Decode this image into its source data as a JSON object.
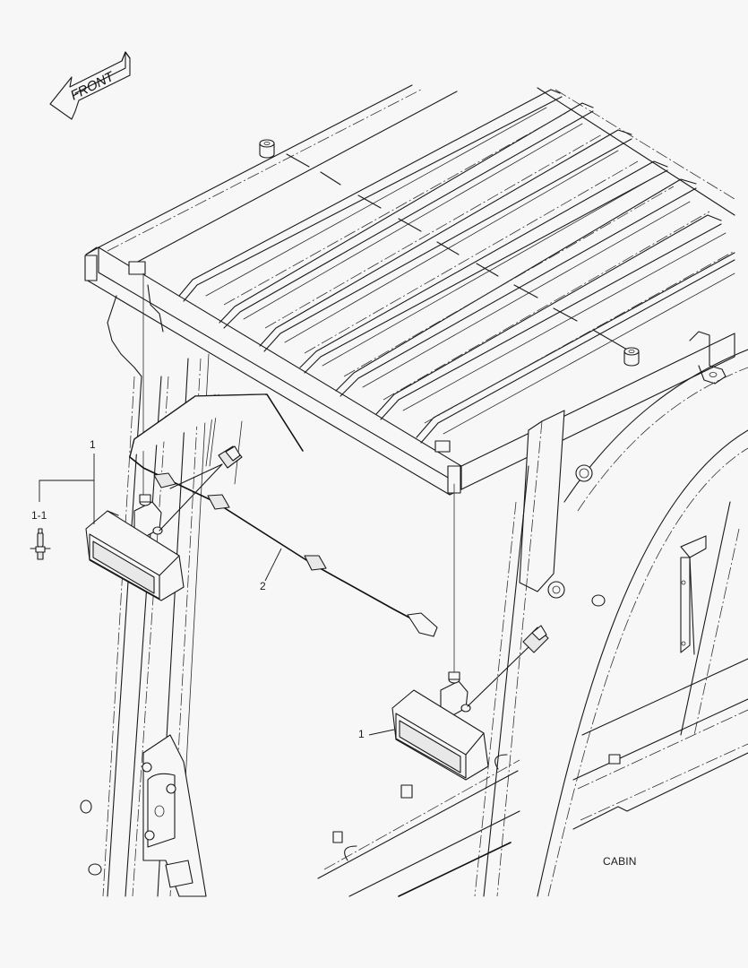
{
  "diagram": {
    "title_caption": "CABIN",
    "orientation_arrow": {
      "label": "FRONT",
      "icon": "front-direction-arrow-icon"
    },
    "callouts": [
      {
        "id": "c1a",
        "label": "1",
        "part": "work-lamp-left"
      },
      {
        "id": "c11",
        "label": "1-1",
        "part": "halogen-bulb"
      },
      {
        "id": "c2",
        "label": "2",
        "part": "wiring-harness"
      },
      {
        "id": "c1b",
        "label": "1",
        "part": "work-lamp-right"
      }
    ],
    "parts": [
      {
        "ref": "1",
        "name": "work lamp",
        "quantity_shown": 2
      },
      {
        "ref": "1-1",
        "name": "bulb"
      },
      {
        "ref": "2",
        "name": "wiring harness"
      }
    ],
    "colors": {
      "background": "#f7f7f7",
      "line": "#1a1a1a"
    }
  }
}
